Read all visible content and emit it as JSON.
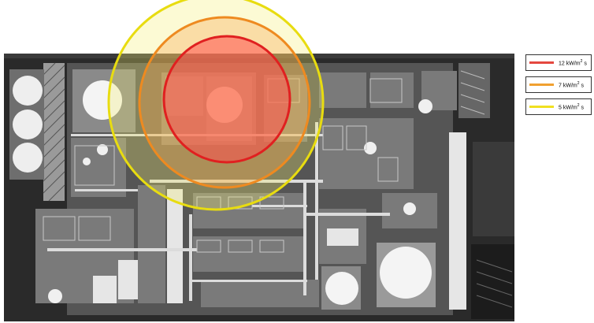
{
  "legend": [
    {
      "prefix": "12 kW/m",
      "sup": "2",
      "suffix": " s",
      "color": "#e4473f"
    },
    {
      "prefix": "7 kW/m",
      "sup": "2",
      "suffix": " s",
      "color": "#f0a030"
    },
    {
      "prefix": "5 kW/m",
      "sup": "2",
      "suffix": " s",
      "color": "#f0e020"
    }
  ],
  "zones": [
    {
      "level": "12 kW/m2 s",
      "fill": "#ff5050",
      "stroke": "#e02020",
      "opacity": 0.55
    },
    {
      "level": "7 kW/m2 s",
      "fill": "#f7a650",
      "stroke": "#ee8a20",
      "opacity": 0.35
    },
    {
      "level": "5 kW/m2 s",
      "fill": "#f6f070",
      "stroke": "#e8dc10",
      "opacity": 0.3
    }
  ],
  "colors": {
    "ground": "#2a2a2a",
    "pad": "#7a7a7a",
    "tank": "#f2f2f2",
    "pipe": "#dcdcdc"
  }
}
